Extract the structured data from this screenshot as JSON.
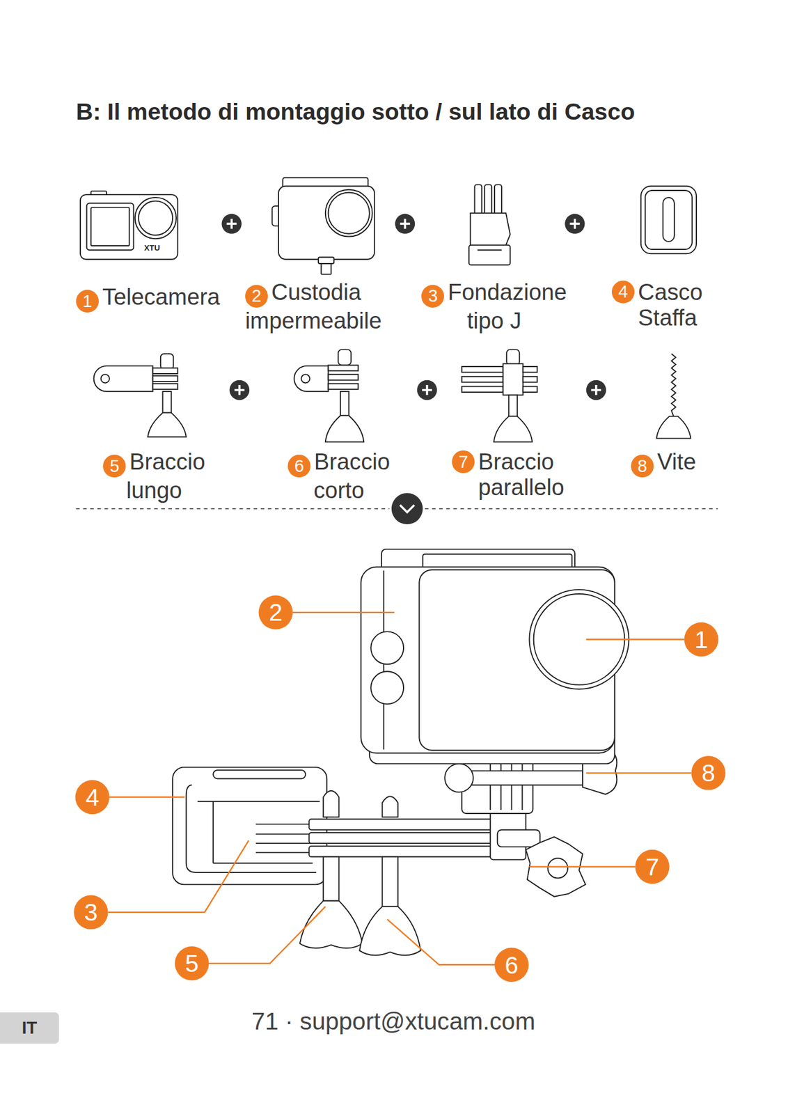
{
  "diagram": {
    "title": "B: Il metodo di montaggio sotto / sul lato di Casco",
    "nodes": [
      {
        "text": [
          "1",
          "Telecamera"
        ]
      },
      {
        "text": [
          "2",
          "Custodia impermeabile"
        ]
      },
      {
        "text": [
          "3",
          "Fondazione tipo J"
        ]
      },
      {
        "text": [
          "4",
          "Casco Staffa"
        ]
      },
      {
        "text": [
          "5",
          "Braccio lungo"
        ]
      },
      {
        "text": [
          "6",
          "Braccio corto"
        ]
      },
      {
        "text": [
          "7",
          "Braccio parallelo"
        ]
      },
      {
        "text": [
          "8",
          "Vite"
        ]
      },
      {
        "text": [
          "2"
        ]
      },
      {
        "text": [
          "1"
        ]
      },
      {
        "text": [
          "8"
        ]
      },
      {
        "text": [
          "4"
        ]
      },
      {
        "text": [
          "7"
        ]
      },
      {
        "text": [
          "3"
        ]
      },
      {
        "text": [
          "5"
        ]
      },
      {
        "text": [
          "6"
        ]
      },
      {
        "text": [
          "IT"
        ]
      }
    ],
    "labels": [
      "XTU",
      "71 · support@xtucam.com"
    ]
  }
}
